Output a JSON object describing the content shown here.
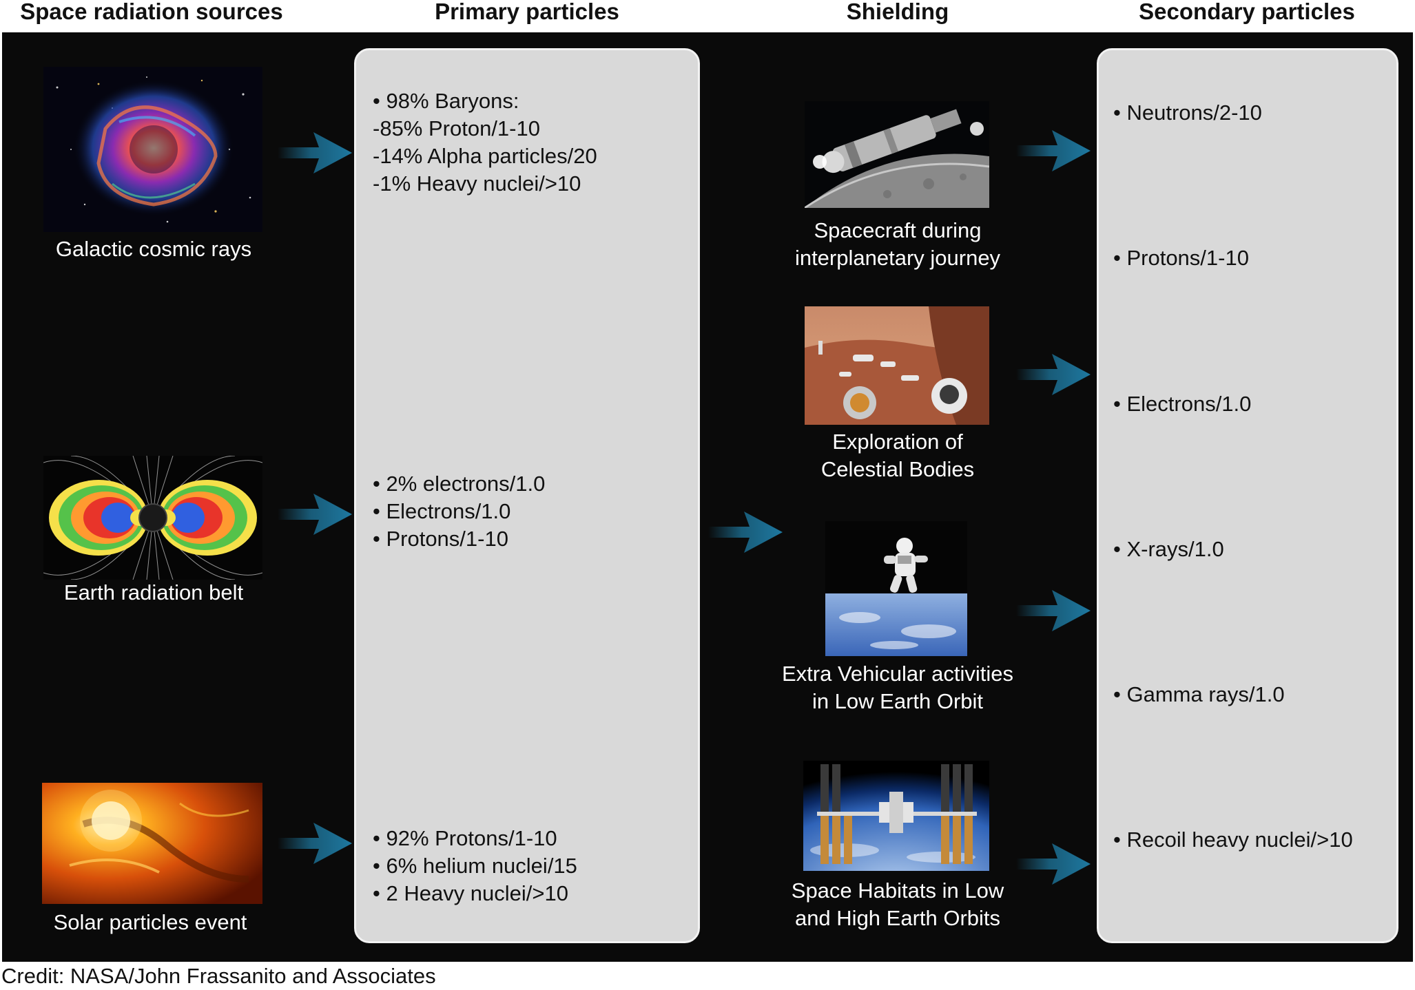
{
  "headers": {
    "sources": "Space radiation sources",
    "primary": "Primary particles",
    "shielding": "Shielding",
    "secondary": "Secondary particles"
  },
  "sources": [
    {
      "caption": "Galactic cosmic rays"
    },
    {
      "caption": "Earth radiation belt"
    },
    {
      "caption": "Solar particles event"
    }
  ],
  "primary_groups": [
    {
      "lines": [
        "• 98% Baryons:",
        "-85% Proton/1-10",
        "-14% Alpha particles/20",
        "-1% Heavy nuclei/>10"
      ]
    },
    {
      "lines": [
        "• 2% electrons/1.0",
        "• Electrons/1.0",
        "• Protons/1-10"
      ]
    },
    {
      "lines": [
        "• 92% Protons/1-10",
        "• 6% helium nuclei/15",
        "• 2 Heavy nuclei/>10"
      ]
    }
  ],
  "shielding": [
    {
      "line1": "Spacecraft during",
      "line2": "interplanetary journey"
    },
    {
      "line1": "Exploration of",
      "line2": "Celestial Bodies"
    },
    {
      "line1": "Extra Vehicular activities",
      "line2": "in Low Earth Orbit"
    },
    {
      "line1": "Space Habitats in Low",
      "line2": "and High Earth Orbits"
    }
  ],
  "secondary": [
    "• Neutrons/2-10",
    "• Protons/1-10",
    "• Electrons/1.0",
    "• X-rays/1.0",
    "• Gamma rays/1.0",
    "• Recoil heavy nuclei/>10"
  ],
  "credit": "Credit: NASA/John Frassanito and Associates",
  "colors": {
    "arrow": "#1b6a8c",
    "panel": "#0a0a0a",
    "box": "#d9d9d9"
  }
}
